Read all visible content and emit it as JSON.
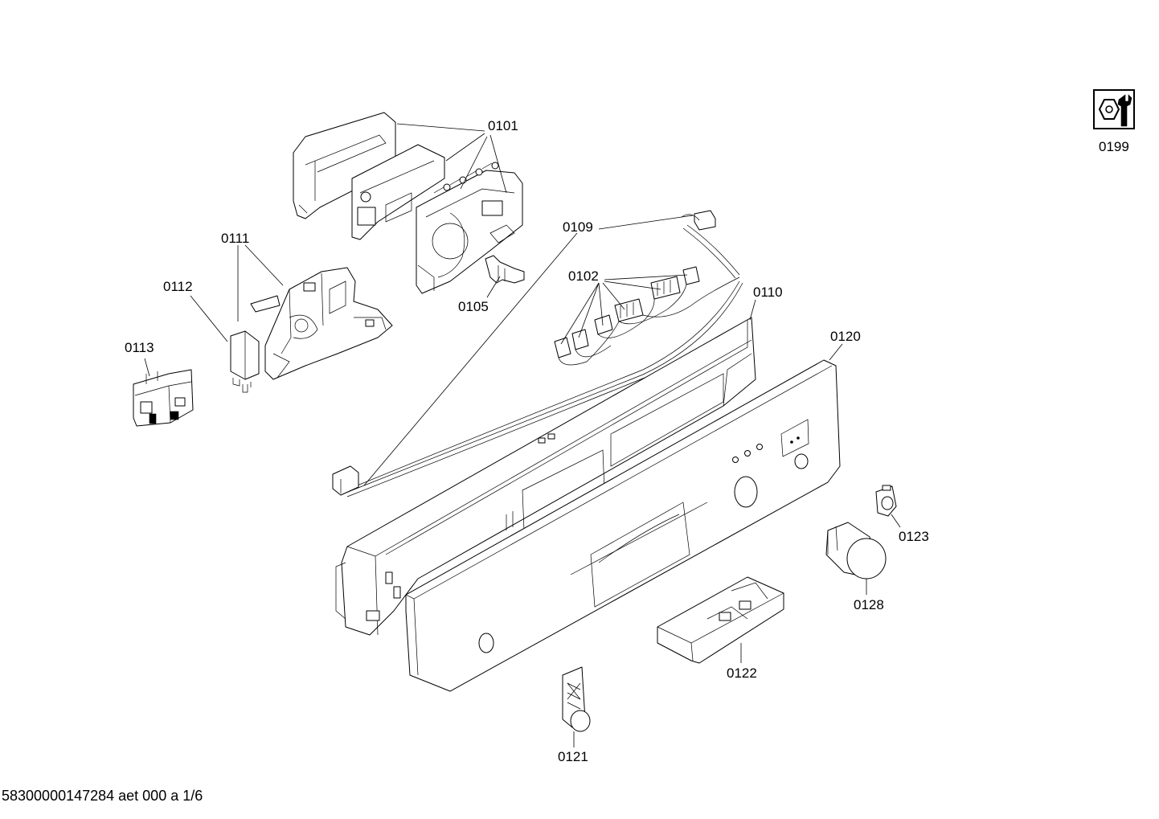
{
  "labels": {
    "p0101": "0101",
    "p0199": "0199",
    "p0111": "0111",
    "p0109": "0109",
    "p0112": "0112",
    "p0102": "0102",
    "p0110": "0110",
    "p0105": "0105",
    "p0113": "0113",
    "p0120": "0120",
    "p0123": "0123",
    "p0128": "0128",
    "p0122": "0122",
    "p0121": "0121"
  },
  "footer": "58300000147284 aet 000 a 1/6",
  "icons": {
    "service": "wrench-nut-icon"
  }
}
